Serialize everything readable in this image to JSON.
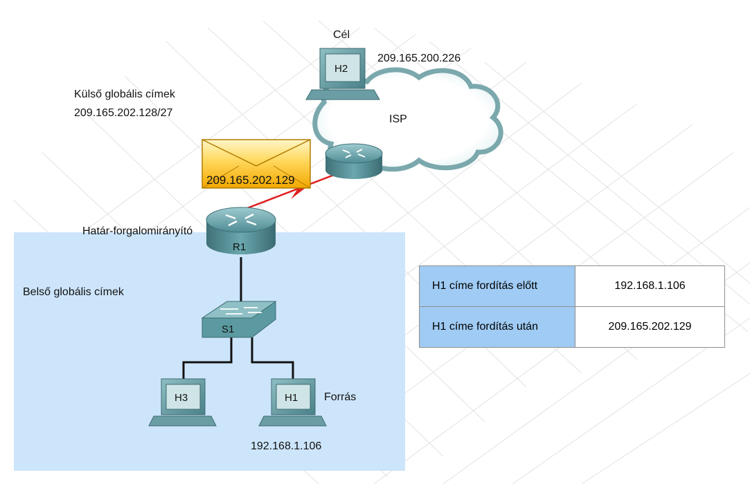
{
  "labels": {
    "destination": "Cél",
    "h2_ip": "209.165.200.226",
    "outside_global_title": "Külső globális címek",
    "outside_global_range": "209.165.202.128/27",
    "isp": "ISP",
    "border_router": "Határ-forgalomirányító",
    "inside_global": "Belső globális címek",
    "source": "Forrás",
    "h1_ip": "192.168.1.106"
  },
  "devices": {
    "h2": "H2",
    "r1": "R1",
    "s1": "S1",
    "h3": "H3",
    "h1": "H1"
  },
  "packet": {
    "address": "209.165.202.129"
  },
  "nat_table": {
    "rows": [
      {
        "key": "H1 címe fordítás előtt",
        "value": "192.168.1.106"
      },
      {
        "key": "H1 címe fordítás után",
        "value": "209.165.202.129"
      }
    ]
  },
  "colors": {
    "inside_zone": "#cde5fb",
    "link_red": "#e02020",
    "device_teal": "#5b9aa0",
    "envelope": "#f7c640",
    "table_key_bg": "#9fcbf4"
  }
}
